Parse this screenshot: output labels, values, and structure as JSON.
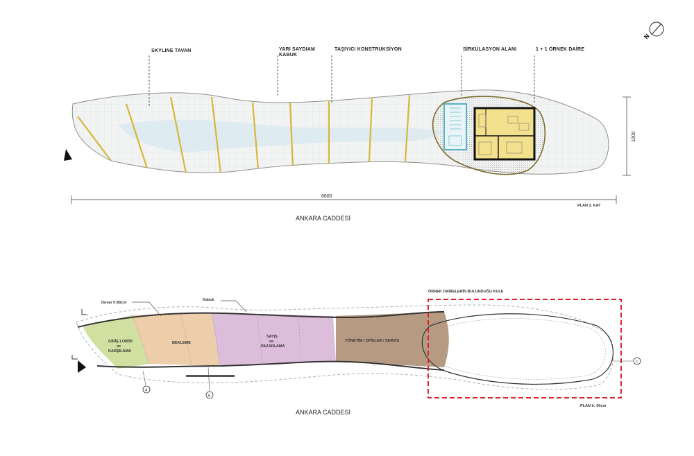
{
  "upper_plan": {
    "labels": {
      "skyline_ceiling": "SKYLINE TAVAN",
      "semi_transparent_shell_1": "YARI SAYDIAM",
      "semi_transparent_shell_2": "KABUK",
      "load_bearing_structure": "TAŞIYICI KONSTRUKSİYON",
      "circulation_area": "SİRKÜLASYON ALANI",
      "sample_apartment": "1 + 1 ÖRNEK DAİRE"
    },
    "dimension_length": "6600",
    "dimension_width": "1000",
    "plan_title": "PLAN  3. KAT",
    "street": "ANKARA CADDESİ"
  },
  "lower_plan": {
    "labels": {
      "wall": "Duvar h:80cm",
      "shell": "Kabuk",
      "tower": "ÖRNEK DAİRELERİN BULUNDUĞU KULE"
    },
    "zones": {
      "entrance_1": "GİRİŞ LOBİSİ",
      "entrance_2": "ve",
      "entrance_3": "KARŞILAMA",
      "waiting": "BEKLEME",
      "sales_1": "SATIŞ",
      "sales_2": "ve",
      "sales_3": "PAZARLAMA",
      "management": "YÖNETİM / OFİSLER / SERVİS"
    },
    "section_markers": {
      "a": "A",
      "b": "B",
      "c": "C"
    },
    "plan_title": "PLAN h: 50cm",
    "street": "ANKARA CADDESİ"
  },
  "compass": {
    "north_letter": "N"
  },
  "colors": {
    "shell_fill": "#f2f3f3",
    "glass_blue": "#dbe9ef",
    "structure_gold": "#d6b73a",
    "apartment_yellow": "#f3e08c",
    "circulation_cyan": "#46aec4",
    "entrance_green": "#c9d98f",
    "waiting_orange": "#ecc8a2",
    "sales_purple": "#d8b6d6",
    "management_brown": "#a98a6c",
    "tower_frame_red": "#e0202a"
  }
}
